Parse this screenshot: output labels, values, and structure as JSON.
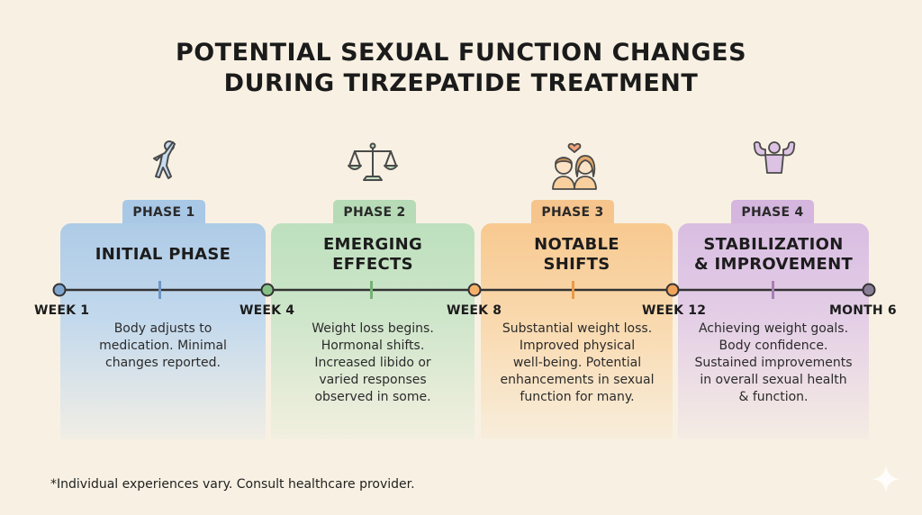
{
  "title": {
    "line1": "POTENTIAL SEXUAL FUNCTION CHANGES",
    "line2": "DURING TIRZEPATIDE TREATMENT"
  },
  "phases": [
    {
      "tag": "PHASE 1",
      "title": [
        "INITIAL PHASE"
      ],
      "description": [
        "Body adjusts to",
        "medication. Minimal",
        "changes reported."
      ],
      "icon": "stretching-person-icon",
      "color": "#b7d1e8",
      "tab_color": "#a9c8e6"
    },
    {
      "tag": "PHASE 2",
      "title": [
        "EMERGING",
        "EFFECTS"
      ],
      "description": [
        "Weight loss begins.",
        "Hormonal shifts.",
        "Increased libido or",
        "varied responses",
        "observed in some."
      ],
      "icon": "balance-scale-icon",
      "color": "#c4e2c4",
      "tab_color": "#b6dbb6"
    },
    {
      "tag": "PHASE 3",
      "title": [
        "NOTABLE",
        "SHIFTS"
      ],
      "description": [
        "Substantial weight loss.",
        "Improved physical",
        "well-being. Potential",
        "enhancements in sexual",
        "function for many."
      ],
      "icon": "couple-heart-icon",
      "color": "#f8cf9d",
      "tab_color": "#f6c48d"
    },
    {
      "tag": "PHASE 4",
      "title": [
        "STABILIZATION",
        "& IMPROVEMENT"
      ],
      "description": [
        "Achieving weight goals.",
        "Body confidence.",
        "Sustained improvements",
        "in overall sexual health",
        "& function."
      ],
      "icon": "flexing-person-icon",
      "color": "#dcc2e3",
      "tab_color": "#d4b6de"
    }
  ],
  "timeline_labels": [
    "WEEK 1",
    "WEEK 4",
    "WEEK 8",
    "WEEK 12",
    "MONTH 6"
  ],
  "footnote": "*Individual experiences vary. Consult healthcare provider."
}
